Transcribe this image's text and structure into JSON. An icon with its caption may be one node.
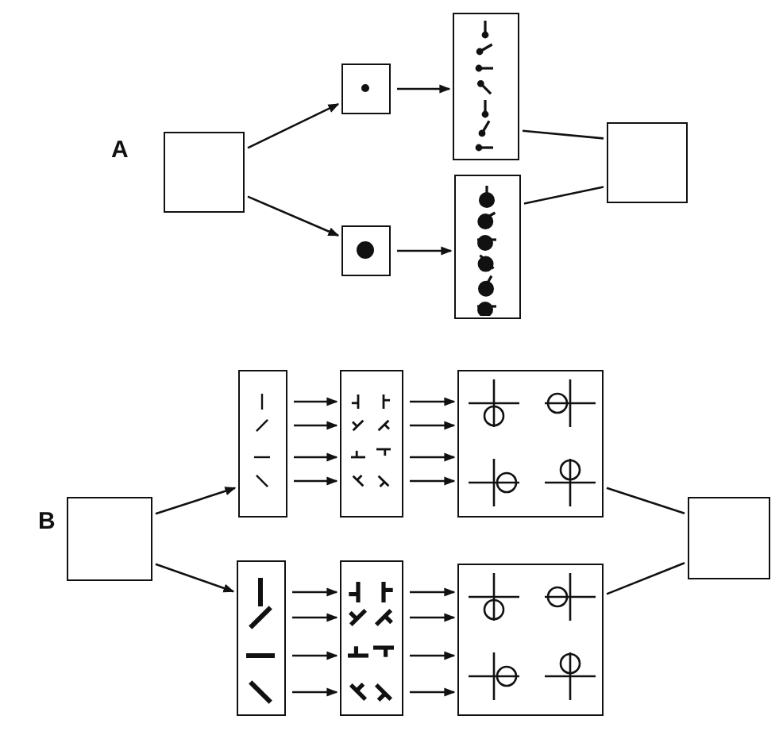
{
  "diagram": {
    "nodes": [
      {
        "text": [],
        "shape": "box"
      },
      {
        "text": [],
        "shape": "box"
      },
      {
        "text": [],
        "shape": "box"
      },
      {
        "text": [],
        "shape": "box"
      },
      {
        "text": [],
        "shape": "box"
      },
      {
        "text": [],
        "shape": "box"
      },
      {
        "text": [],
        "shape": "box"
      },
      {
        "text": [],
        "shape": "box"
      },
      {
        "text": [],
        "shape": "box"
      },
      {
        "text": [],
        "shape": "box"
      },
      {
        "text": [],
        "shape": "box"
      },
      {
        "text": [],
        "shape": "box"
      },
      {
        "text": [],
        "shape": "box"
      },
      {
        "text": [],
        "shape": "box"
      }
    ],
    "edges": [
      {
        "from": 0,
        "to": 1,
        "arrow": "to"
      },
      {
        "from": 0,
        "to": 3,
        "arrow": "to"
      },
      {
        "from": 1,
        "to": 2,
        "arrow": "to"
      },
      {
        "from": 3,
        "to": 4,
        "arrow": "to"
      },
      {
        "from": 2,
        "to": 5,
        "arrow": "none"
      },
      {
        "from": 4,
        "to": 5,
        "arrow": "none"
      },
      {
        "from": 6,
        "to": 7,
        "arrow": "to"
      },
      {
        "from": 6,
        "to": 10,
        "arrow": "to"
      },
      {
        "from": 7,
        "to": 8,
        "arrow": "to"
      },
      {
        "from": 7,
        "to": 8,
        "arrow": "to"
      },
      {
        "from": 7,
        "to": 8,
        "arrow": "to"
      },
      {
        "from": 7,
        "to": 8,
        "arrow": "to"
      },
      {
        "from": 8,
        "to": 9,
        "arrow": "to"
      },
      {
        "from": 8,
        "to": 9,
        "arrow": "to"
      },
      {
        "from": 8,
        "to": 9,
        "arrow": "to"
      },
      {
        "from": 8,
        "to": 9,
        "arrow": "to"
      },
      {
        "from": 10,
        "to": 11,
        "arrow": "to"
      },
      {
        "from": 10,
        "to": 11,
        "arrow": "to"
      },
      {
        "from": 10,
        "to": 11,
        "arrow": "to"
      },
      {
        "from": 10,
        "to": 11,
        "arrow": "to"
      },
      {
        "from": 11,
        "to": 12,
        "arrow": "to"
      },
      {
        "from": 11,
        "to": 12,
        "arrow": "to"
      },
      {
        "from": 11,
        "to": 12,
        "arrow": "to"
      },
      {
        "from": 11,
        "to": 12,
        "arrow": "to"
      },
      {
        "from": 9,
        "to": 13,
        "arrow": "none"
      },
      {
        "from": 12,
        "to": 13,
        "arrow": "none"
      }
    ],
    "labels": [
      "A",
      "B"
    ]
  }
}
